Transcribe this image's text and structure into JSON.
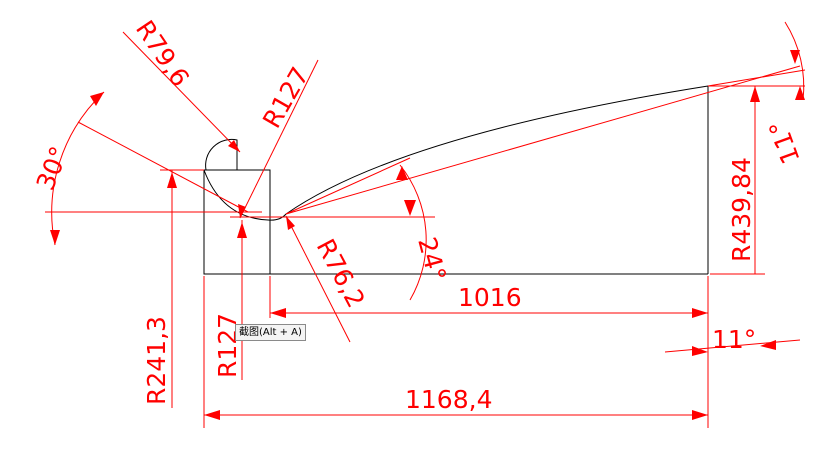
{
  "drawing": {
    "dimensions": {
      "r79_6": "R79,6",
      "r127_top": "R127",
      "angle30": "30°",
      "r76_2": "R76,2",
      "angle24": "24°",
      "len1016": "1016",
      "r439_84": "R439,84",
      "angle11_top": "11°",
      "angle11_bottom": "11°",
      "r241_3": "R241,3",
      "r127_bottom": "R127",
      "len1168_4": "1168,4"
    },
    "line_color": "#ff0000",
    "geometry_color": "#000000"
  },
  "tooltip": {
    "label": "截图(Alt + A)"
  }
}
